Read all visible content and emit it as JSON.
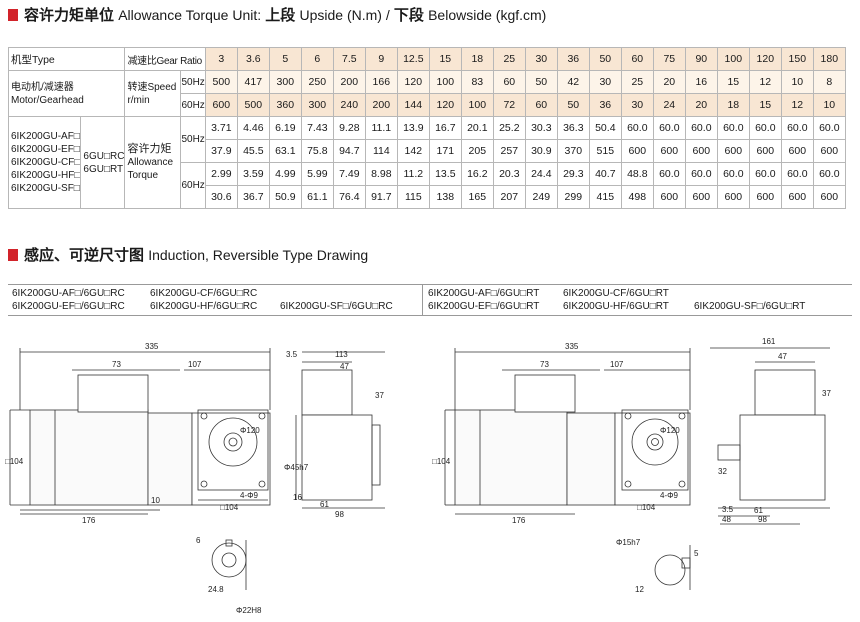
{
  "section1": {
    "title_cn": "容许力矩单位",
    "title_en": "Allowance Torque Unit:",
    "up_cn": "上段",
    "up_en": "Upside (N.m) /",
    "down_cn": "下段",
    "down_en": "Belowside (kgf.cm)"
  },
  "table": {
    "model_type": "机型Type",
    "motor_gearhead_cn": "电动机/减速器",
    "motor_gearhead_en": "Motor/Gearhead",
    "gear_ratio_label": "减速比Gear Ratio",
    "speed_label_cn": "转速Speed",
    "speed_label_unit": "r/min",
    "hz50": "50Hz",
    "hz60": "60Hz",
    "ratios": [
      "3",
      "3.6",
      "5",
      "6",
      "7.5",
      "9",
      "12.5",
      "15",
      "18",
      "25",
      "30",
      "36",
      "50",
      "60",
      "75",
      "90",
      "100",
      "120",
      "150",
      "180"
    ],
    "speed50": [
      "500",
      "417",
      "300",
      "250",
      "200",
      "166",
      "120",
      "100",
      "83",
      "60",
      "50",
      "42",
      "30",
      "25",
      "20",
      "16",
      "15",
      "12",
      "10",
      "8"
    ],
    "speed60": [
      "600",
      "500",
      "360",
      "300",
      "240",
      "200",
      "144",
      "120",
      "100",
      "72",
      "60",
      "50",
      "36",
      "30",
      "24",
      "20",
      "18",
      "15",
      "12",
      "10"
    ],
    "motors": [
      "6IK200GU-AF□",
      "6IK200GU-EF□",
      "6IK200GU-CF□",
      "6IK200GU-HF□",
      "6IK200GU-SF□"
    ],
    "gearhead_rc": "6GU□RC",
    "gearhead_rt": "6GU□RT",
    "allow_cn": "容许力矩",
    "allow_en1": "Allowance",
    "allow_en2": "Torque",
    "t50_up": [
      "3.71",
      "4.46",
      "6.19",
      "7.43",
      "9.28",
      "11.1",
      "13.9",
      "16.7",
      "20.1",
      "25.2",
      "30.3",
      "36.3",
      "50.4",
      "60.0",
      "60.0",
      "60.0",
      "60.0",
      "60.0",
      "60.0",
      "60.0"
    ],
    "t50_down": [
      "37.9",
      "45.5",
      "63.1",
      "75.8",
      "94.7",
      "114",
      "142",
      "171",
      "205",
      "257",
      "30.9",
      "370",
      "515",
      "600",
      "600",
      "600",
      "600",
      "600",
      "600",
      "600"
    ],
    "t60_up": [
      "2.99",
      "3.59",
      "4.99",
      "5.99",
      "7.49",
      "8.98",
      "11.2",
      "13.5",
      "16.2",
      "20.3",
      "24.4",
      "29.3",
      "40.7",
      "48.8",
      "60.0",
      "60.0",
      "60.0",
      "60.0",
      "60.0",
      "60.0"
    ],
    "t60_down": [
      "30.6",
      "36.7",
      "50.9",
      "61.1",
      "76.4",
      "91.7",
      "115",
      "138",
      "165",
      "207",
      "249",
      "299",
      "415",
      "498",
      "600",
      "600",
      "600",
      "600",
      "600",
      "600"
    ]
  },
  "section2": {
    "title_cn": "感应、可逆尺寸图",
    "title_en": "Induction, Reversible Type Drawing"
  },
  "models": {
    "rc_1": "6IK200GU-AF□/6GU□RC",
    "rc_2": "6IK200GU-CF/6GU□RC",
    "rc_3": "6IK200GU-EF□/6GU□RC",
    "rc_4": "6IK200GU-HF/6GU□RC",
    "rc_5": "6IK200GU-SF□/6GU□RC",
    "rt_1": "6IK200GU-AF□/6GU□RT",
    "rt_2": "6IK200GU-CF/6GU□RT",
    "rt_3": "6IK200GU-EF□/6GU□RT",
    "rt_4": "6IK200GU-HF/6GU□RT",
    "rt_5": "6IK200GU-SF□/6GU□RT"
  },
  "dims": {
    "d335": "335",
    "d73": "73",
    "d107": "107",
    "d176": "176",
    "d10": "10",
    "d104": "□104",
    "d120": "Φ120",
    "d4phi9": "4-Φ9",
    "d35": "3.5",
    "d113": "113",
    "d47": "47",
    "d37": "37",
    "d45h7": "Φ45h7",
    "d16": "16",
    "d61": "61",
    "d98": "98",
    "d161": "161",
    "d32": "32",
    "d48": "48",
    "d6": "6",
    "d248": "24.8",
    "d22h8": "Φ22H8",
    "d15h7": "Φ15h7",
    "d5": "5",
    "d12": "12"
  }
}
